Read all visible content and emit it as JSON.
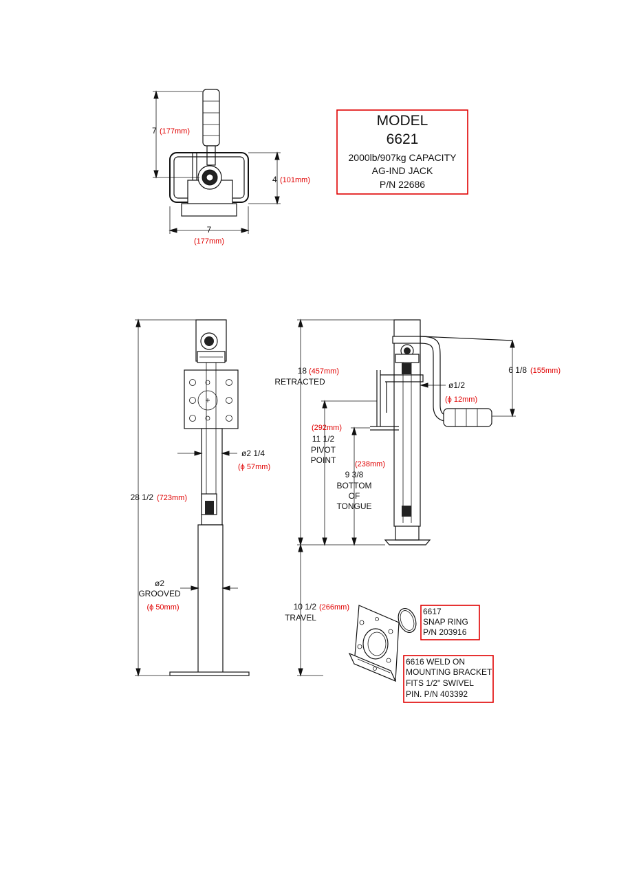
{
  "model_box": {
    "line1": "MODEL",
    "line2": "6621",
    "line3": "2000lb/907kg CAPACITY",
    "line4": "AG-IND JACK",
    "line5": "P/N 22686"
  },
  "top_view": {
    "height_in": "7",
    "height_mm": "(177mm)",
    "depth_in": "4",
    "depth_mm": "(101mm)",
    "width_in": "7",
    "width_mm": "(177mm)"
  },
  "front_view": {
    "overall_in": "28 1/2",
    "overall_mm": "(723mm)",
    "outer_dia": "ø2 1/4",
    "outer_dia_mm": "(ϕ 57mm)",
    "inner_dia": "ø2",
    "inner_label": "GROOVED",
    "inner_dia_mm": "(ϕ 50mm)"
  },
  "side_view": {
    "retracted_in": "18",
    "retracted_mm": "(457mm)",
    "retracted_label": "RETRACTED",
    "pivot_mm": "(292mm)",
    "pivot_in": "11 1/2",
    "pivot_label1": "PIVOT",
    "pivot_label2": "POINT",
    "tongue_mm": "(238mm)",
    "tongue_in": "9 3/8",
    "tongue_label1": "BOTTOM",
    "tongue_label2": "OF",
    "tongue_label3": "TONGUE",
    "pin_dia": "ø1/2",
    "pin_dia_mm": "(ϕ 12mm)",
    "handle_in": "6 1/8",
    "handle_mm": "(155mm)",
    "travel_in": "10 1/2",
    "travel_mm": "(266mm)",
    "travel_label": "TRAVEL"
  },
  "snap_ring_box": {
    "line1": "6617",
    "line2": "SNAP RING",
    "line3": "P/N 203916"
  },
  "bracket_box": {
    "line1": "6616 WELD ON",
    "line2": "MOUNTING BRACKET",
    "line3": "FITS 1/2\" SWIVEL",
    "line4": "PIN.  P/N 403392"
  },
  "colors": {
    "ink": "#111111",
    "metric": "#e00000",
    "box_border": "#e00000"
  }
}
